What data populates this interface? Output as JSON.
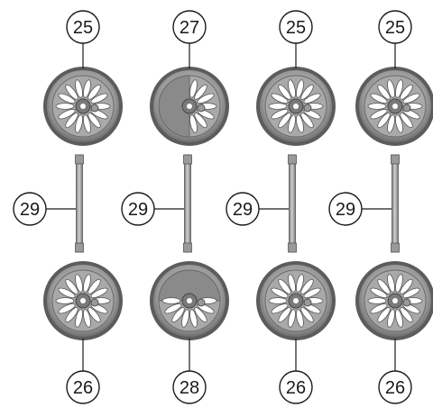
{
  "parts": {
    "top_wheels": [
      "25",
      "27",
      "25",
      "25"
    ],
    "axles": [
      "29",
      "29",
      "29",
      "29"
    ],
    "bottom_wheels": [
      "26",
      "28",
      "26",
      "26"
    ]
  },
  "colors": {
    "wheel_rim": "#8c8c8c",
    "wheel_face": "#a9a9a9",
    "wheel_hole": "#ffffff",
    "axle": "#9a9a9a",
    "outline": "#1a1a1a"
  },
  "icons": {
    "spoked_wheel": "spoked-wheel-icon",
    "counterweight_wheel": "counterweight-wheel-icon",
    "axle": "axle-icon"
  }
}
